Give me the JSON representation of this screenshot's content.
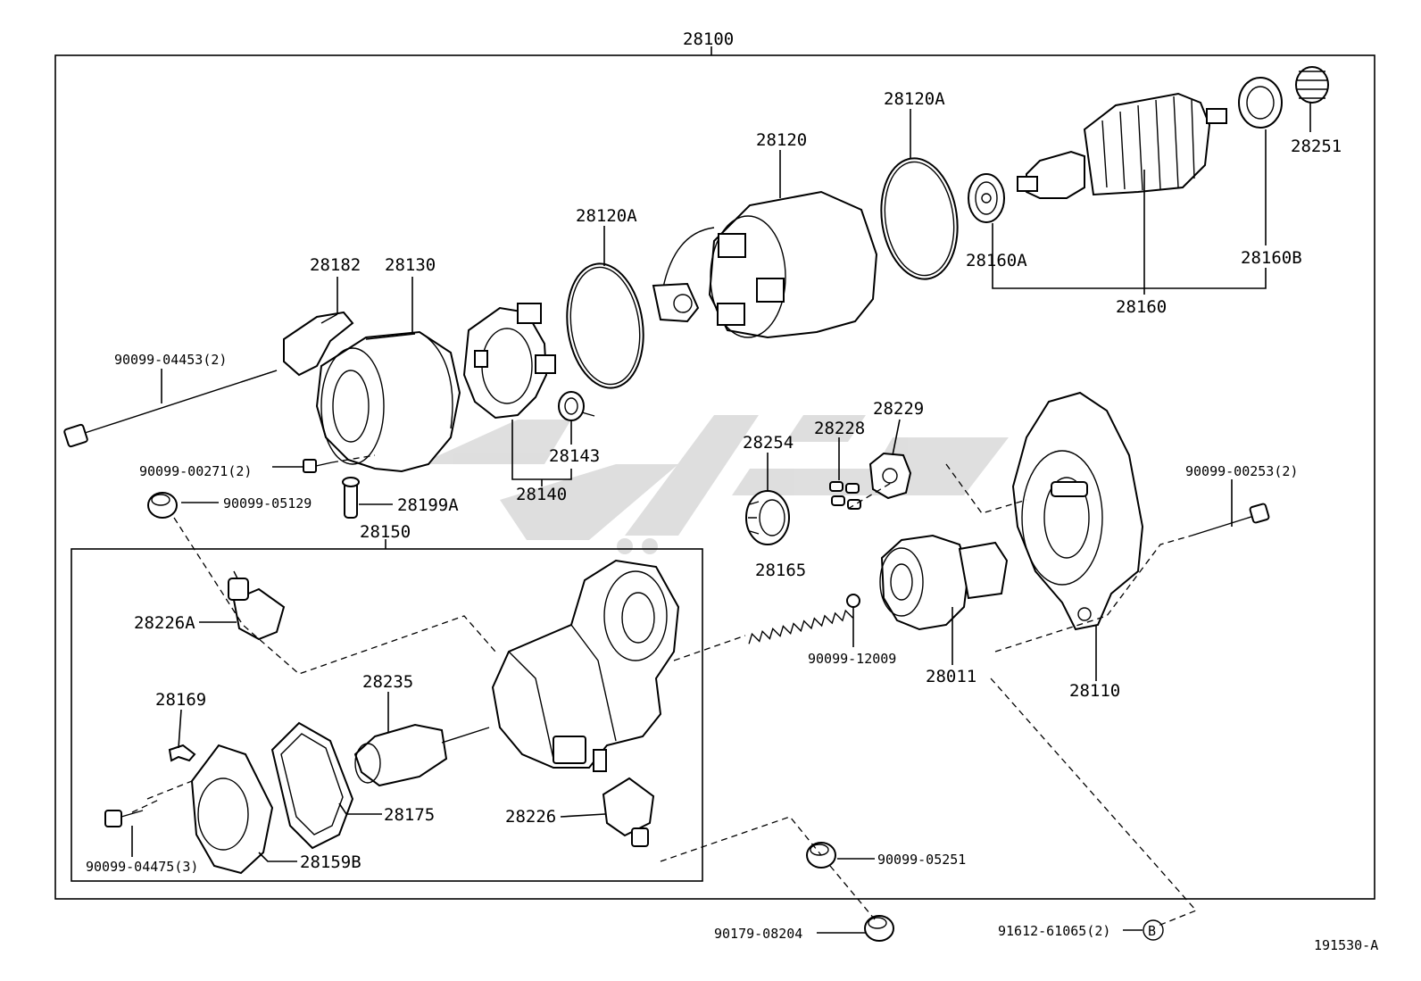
{
  "labels": {
    "assembly": "28100",
    "p28120a_top": "28120A",
    "p28120": "28120",
    "p28251": "28251",
    "p28120a_mid": "28120A",
    "p28160a": "28160A",
    "p28160b": "28160B",
    "p28160": "28160",
    "p28182": "28182",
    "p28130": "28130",
    "b90099_04453": "90099-04453(2)",
    "p28143": "28143",
    "b90099_00271": "90099-00271(2)",
    "p28140": "28140",
    "b90099_05129": "90099-05129",
    "p28199a": "28199A",
    "p28254": "28254",
    "p28228": "28228",
    "p28229": "28229",
    "b90099_00253": "90099-00253(2)",
    "p28150": "28150",
    "p28165": "28165",
    "p28226a": "28226A",
    "b90099_12009": "90099-12009",
    "p28011": "28011",
    "p28110": "28110",
    "p28235": "28235",
    "p28169": "28169",
    "p28175": "28175",
    "p28226": "28226",
    "b90099_04475": "90099-04475(3)",
    "p28159b": "28159B",
    "b90099_05251": "90099-05251",
    "b90179_08204": "90179-08204",
    "b91612_61065": "91612-61065(2)",
    "ref_b": "B",
    "ref_code": "191530-A"
  }
}
